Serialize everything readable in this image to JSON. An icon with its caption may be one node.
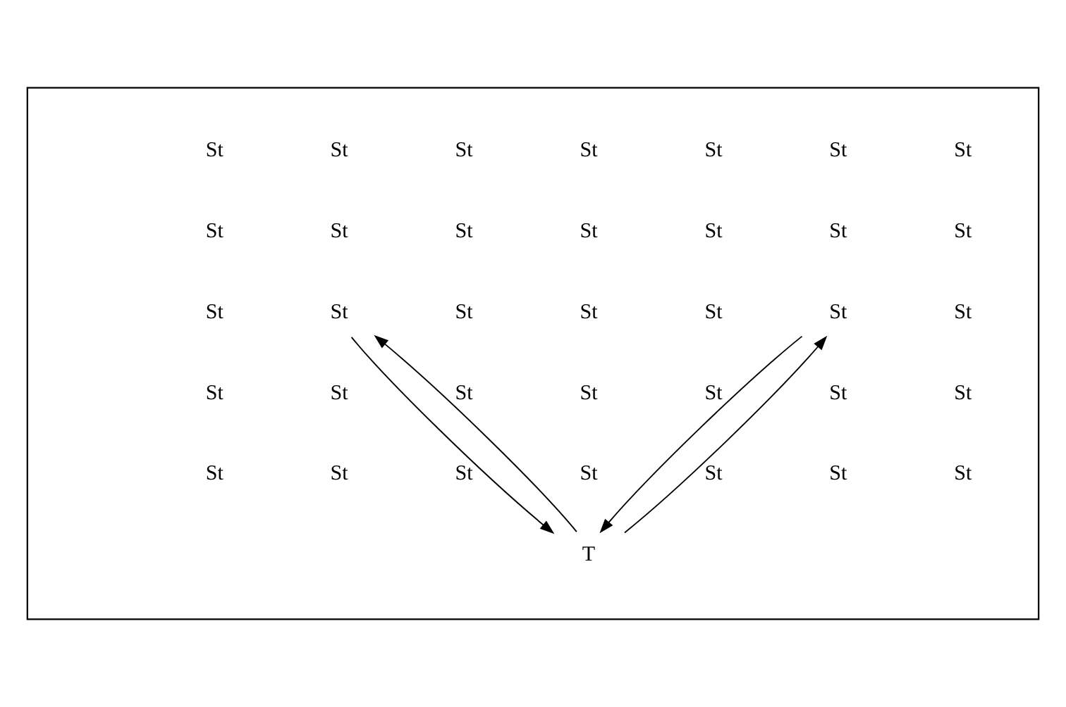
{
  "diagram": {
    "nodes": [
      {
        "text": [],
        "shape": "box"
      },
      {
        "text": [
          "St"
        ],
        "in": 0
      },
      {
        "text": [
          "St"
        ],
        "in": 0
      },
      {
        "text": [
          "St"
        ],
        "in": 0
      },
      {
        "text": [
          "St"
        ],
        "in": 0
      },
      {
        "text": [
          "St"
        ],
        "in": 0
      },
      {
        "text": [
          "St"
        ],
        "in": 0
      },
      {
        "text": [
          "St"
        ],
        "in": 0
      },
      {
        "text": [
          "St"
        ],
        "in": 0
      },
      {
        "text": [
          "St"
        ],
        "in": 0
      },
      {
        "text": [
          "St"
        ],
        "in": 0
      },
      {
        "text": [
          "St"
        ],
        "in": 0
      },
      {
        "text": [
          "St"
        ],
        "in": 0
      },
      {
        "text": [
          "St"
        ],
        "in": 0
      },
      {
        "text": [
          "St"
        ],
        "in": 0
      },
      {
        "text": [
          "St"
        ],
        "in": 0
      },
      {
        "text": [
          "St"
        ],
        "in": 0
      },
      {
        "text": [
          "St"
        ],
        "in": 0
      },
      {
        "text": [
          "St"
        ],
        "in": 0
      },
      {
        "text": [
          "St"
        ],
        "in": 0
      },
      {
        "text": [
          "St"
        ],
        "in": 0
      },
      {
        "text": [
          "St"
        ],
        "in": 0
      },
      {
        "text": [
          "St"
        ],
        "in": 0
      },
      {
        "text": [
          "St"
        ],
        "in": 0
      },
      {
        "text": [
          "St"
        ],
        "in": 0
      },
      {
        "text": [
          "St"
        ],
        "in": 0
      },
      {
        "text": [
          "St"
        ],
        "in": 0
      },
      {
        "text": [
          "St"
        ],
        "in": 0
      },
      {
        "text": [
          "St"
        ],
        "in": 0
      },
      {
        "text": [
          "St"
        ],
        "in": 0
      },
      {
        "text": [
          "St"
        ],
        "in": 0
      },
      {
        "text": [
          "St"
        ],
        "in": 0
      },
      {
        "text": [
          "St"
        ],
        "in": 0
      },
      {
        "text": [
          "St"
        ],
        "in": 0
      },
      {
        "text": [
          "St"
        ],
        "in": 0
      },
      {
        "text": [
          "St"
        ],
        "in": 0
      },
      {
        "text": [
          "T"
        ],
        "in": 0
      }
    ],
    "edges": [
      {
        "from": 16,
        "to": 36,
        "arrow": "to"
      },
      {
        "from": 36,
        "to": 16,
        "arrow": "to"
      },
      {
        "from": 36,
        "to": 20,
        "arrow": "to"
      },
      {
        "from": 20,
        "to": 36,
        "arrow": "to"
      }
    ]
  }
}
